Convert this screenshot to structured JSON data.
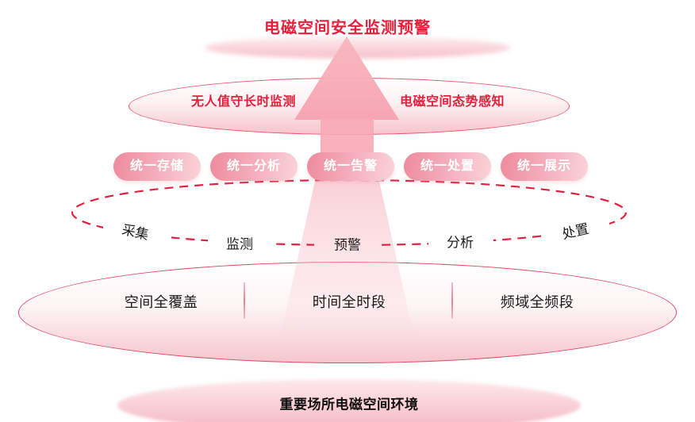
{
  "title": "电磁空间安全监测预警",
  "level2": {
    "left": "无人值守长时监测",
    "right": "电磁空间态势感知"
  },
  "pills": [
    "统一存储",
    "统一分析",
    "统一告警",
    "统一处置",
    "统一展示"
  ],
  "process": [
    "采集",
    "监测",
    "预警",
    "分析",
    "处置"
  ],
  "capabilities": [
    "空间全覆盖",
    "时间全时段",
    "频域全频段"
  ],
  "base_label": "重要场所电磁空间环境",
  "colors": {
    "accent_red": "#e5203c",
    "border_red": "#e9566e",
    "dash_red": "#e3203e",
    "pill_dark": "#ee8a9d",
    "pill_light": "#fbd3d9",
    "arrow_pink": "#f8abb4",
    "fill_pink": "#f6c5cd"
  }
}
